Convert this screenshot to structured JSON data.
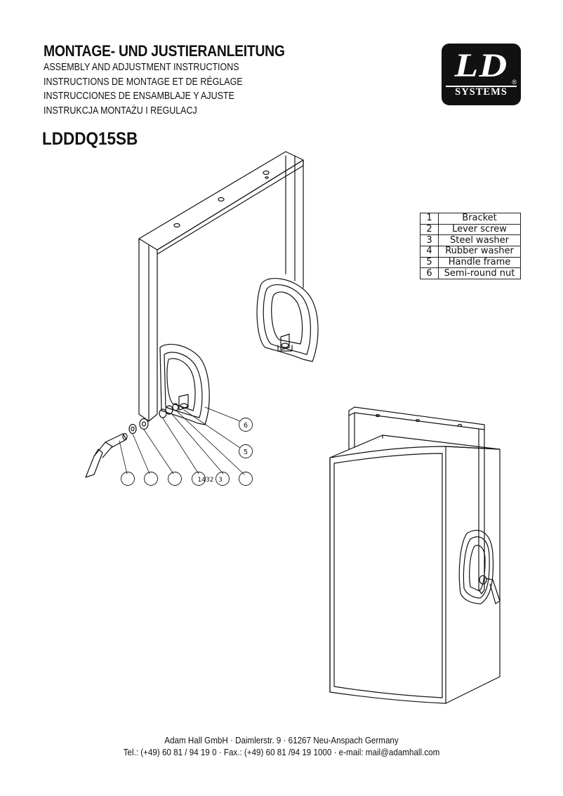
{
  "header": {
    "title": "MONTAGE- UND JUSTIERANLEITUNG",
    "subtitles": [
      "ASSEMBLY AND ADJUSTMENT INSTRUCTIONS",
      "INSTRUCTIONS DE MONTAGE ET DE RÉGLAGE",
      "INSTRUCCIONES DE ENSAMBLAJE Y AJUSTE",
      "INSTRUKCJA MONTAŻU I REGULACJ"
    ],
    "model": "LDDDQ15SB"
  },
  "logo": {
    "main": "LD",
    "sub": "SYSTEMS",
    "reg": "®"
  },
  "parts_table": {
    "rows": [
      {
        "num": "1",
        "name": "Bracket"
      },
      {
        "num": "2",
        "name": "Lever screw"
      },
      {
        "num": "3",
        "name": "Steel washer"
      },
      {
        "num": "4",
        "name": "Rubber washer"
      },
      {
        "num": "5",
        "name": "Handle frame"
      },
      {
        "num": "6",
        "name": "Semi-round nut"
      }
    ]
  },
  "callouts": {
    "bubble_6": "6",
    "bubble_5": "5",
    "bubble_row_text": "1432",
    "bubble_row_3": "3"
  },
  "footer": {
    "line1": "Adam Hall GmbH · Daimlerstr. 9 · 61267 Neu-Anspach   Germany",
    "line2": "Tel.: (+49) 60 81 / 94 19 0 · Fax.: (+49) 60 81 /94 19 1000 · e-mail: mail@adamhall.com"
  }
}
